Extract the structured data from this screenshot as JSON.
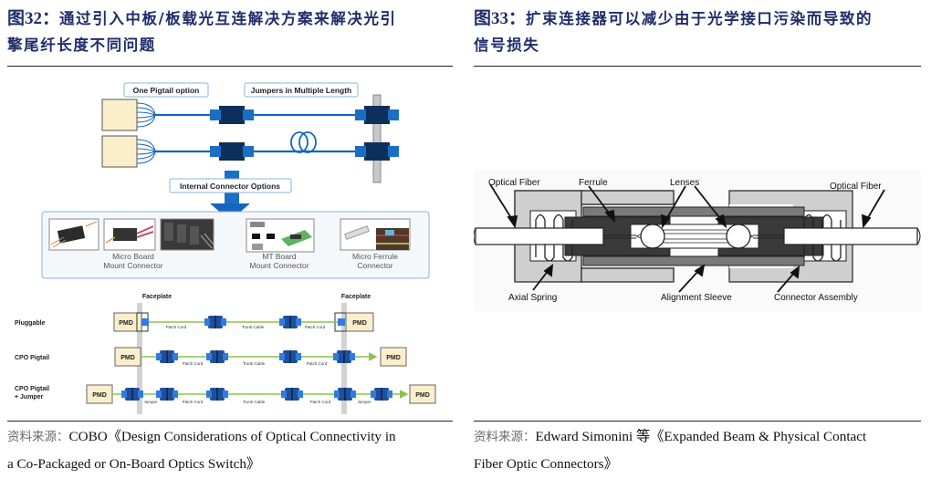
{
  "left_figure": {
    "figure_number": "图32：",
    "title": "通过引入中板/板载光互连解决方案来解决光引擎尾纤长度不同问题",
    "title_line1": "通过引入中板/板载光互连解决方案来解决光引",
    "title_line2": "擎尾纤长度不同问题",
    "source_label": "资料来源：",
    "source_line1": "COBO《Design Considerations of Optical Connectivity in",
    "source_line2": "a Co-Packaged or On-Board Optics Switch》",
    "top_diagram": {
      "callout_pigtail": "One Pigtail option",
      "callout_jumpers": "Jumpers in Multiple Length",
      "callout_internal": "Internal Connector Options",
      "connector_groups": [
        {
          "line1": "Micro Board",
          "line2": "Mount Connector"
        },
        {
          "line1": "MT Board",
          "line2": "Mount Connector"
        },
        {
          "line1": "Micro Ferrule",
          "line2": "Connector"
        }
      ]
    },
    "bottom_diagram": {
      "faceplate_left": "Faceplate",
      "faceplate_right": "Faceplate",
      "pmd_label": "PMD",
      "rows": [
        {
          "label_line1": "Pluggable",
          "label_line2": "",
          "segments": [
            "Patch Cord",
            "Trunk Cable",
            "Patch Cord"
          ]
        },
        {
          "label_line1": "CPO Pigtail",
          "label_line2": "",
          "segments": [
            "Patch Cord",
            "Trunk Cable",
            "Patch Cord"
          ]
        },
        {
          "label_line1": "CPO Pigtail",
          "label_line2": "+ Jumper",
          "segments": [
            "Jumper",
            "Patch Cord",
            "Trunk Cable",
            "Patch Cord",
            "Jumper"
          ]
        }
      ]
    }
  },
  "right_figure": {
    "figure_number": "图33：",
    "title_line1": "扩束连接器可以减少由于光学接口污染而导致的",
    "title_line2": "信号损失",
    "source_label": "资料来源：",
    "source_line1": "Edward Simonini 等《Expanded Beam & Physical Contact",
    "source_line2": "Fiber Optic Connectors》",
    "diagram_labels": {
      "optical_fiber_left": "Optical Fiber",
      "ferrule": "Ferrule",
      "lenses": "Lenses",
      "optical_fiber_right": "Optical Fiber",
      "axial_spring": "Axial Spring",
      "alignment_sleeve": "Alignment Sleeve",
      "connector_assembly": "Connector Assembly"
    }
  },
  "colors": {
    "title_navy": "#1f2d6b",
    "connector_dark": "#0d2f5c",
    "connector_blue": "#1a6fc4",
    "fiber_blue": "#1565c0",
    "fiber_green": "#8bc34a",
    "pmd_fill": "#fbeecb",
    "faceplate_gray": "#c8c8c8"
  }
}
